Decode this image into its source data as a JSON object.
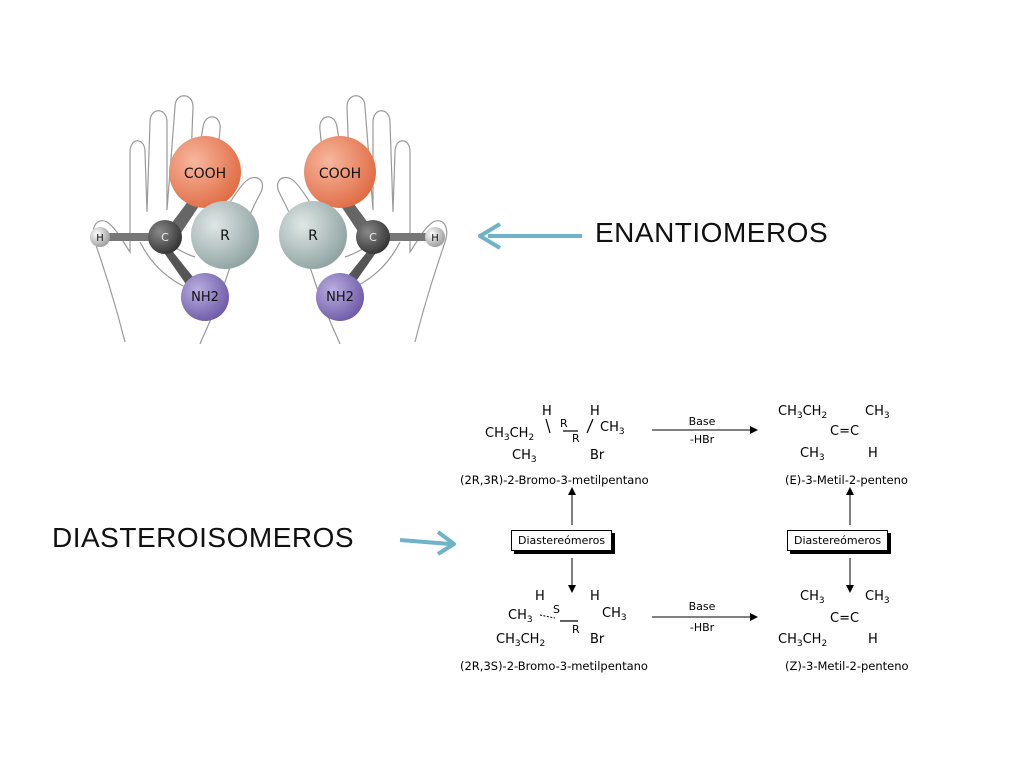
{
  "labels": {
    "enantiomers": "ENANTIOMEROS",
    "diastereomers": "DIASTEROISOMEROS"
  },
  "hands_figure": {
    "left": {
      "top_atom": "COOH",
      "center_atom": "C",
      "side_atom": "R",
      "end_atom": "H",
      "bottom_atom": "NH2"
    },
    "right": {
      "top_atom": "COOH",
      "center_atom": "C",
      "side_atom": "R",
      "end_atom": "H",
      "bottom_atom": "NH2"
    },
    "colors": {
      "cooh": "#e8825f",
      "r": "#a9b9b8",
      "c": "#555555",
      "h": "#d9d9d9",
      "nh2": "#8d79bd",
      "arrow": "#6fb3c9"
    }
  },
  "scheme": {
    "arrow_top": {
      "reagent": "Base",
      "byproduct": "-HBr"
    },
    "arrow_bottom": {
      "reagent": "Base",
      "byproduct": "-HBr"
    },
    "box_left": "Diastereómeros",
    "box_right": "Diastereómeros",
    "names": {
      "top_left": "(2R,3R)-2-Bromo-3-metilpentano",
      "top_right": "(E)-3-Metil-2-penteno",
      "bottom_left": "(2R,3S)-2-Bromo-3-metilpentano",
      "bottom_right": "(Z)-3-Metil-2-penteno"
    }
  }
}
